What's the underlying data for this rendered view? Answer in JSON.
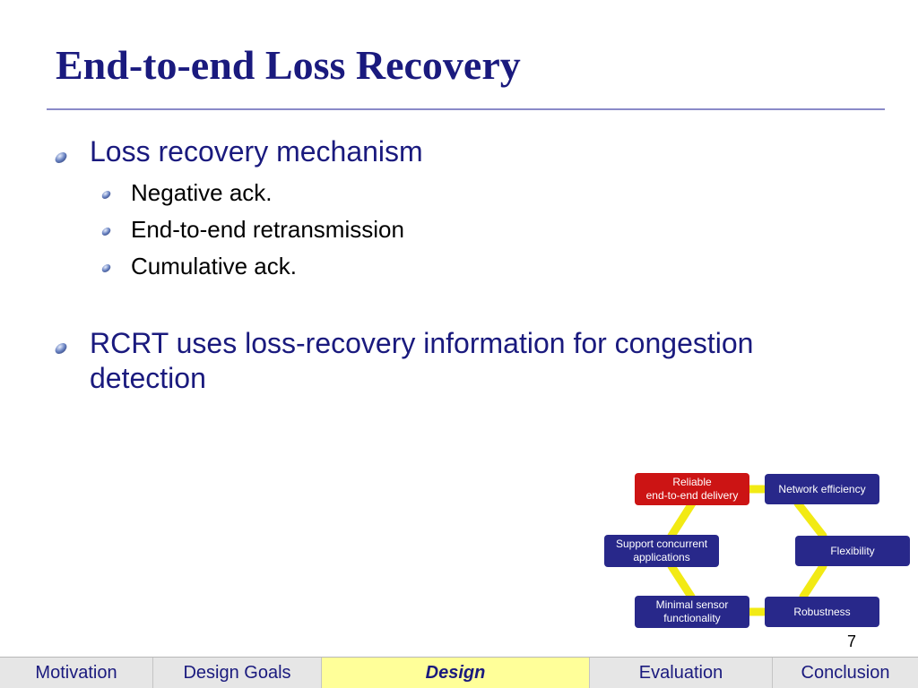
{
  "slide": {
    "title": "End-to-end Loss Recovery",
    "page_number": "7"
  },
  "bullets": [
    {
      "text": "Loss recovery mechanism",
      "sub": [
        "Negative ack.",
        "End-to-end retransmission",
        "Cumulative ack."
      ]
    },
    {
      "line1": "RCRT uses loss-recovery information for congestion",
      "line2": "detection"
    }
  ],
  "diagram": {
    "nodes": [
      {
        "label": "Reliable\nend-to-end delivery",
        "highlight": true
      },
      {
        "label": "Network efficiency"
      },
      {
        "label": "Flexibility"
      },
      {
        "label": "Robustness"
      },
      {
        "label": "Minimal sensor\nfunctionality"
      },
      {
        "label": "Support concurrent\napplications"
      }
    ],
    "connector_color": "#f2ea14",
    "box_color": "#28288a",
    "highlight_color": "#cc1414"
  },
  "nav": {
    "tabs": [
      "Motivation",
      "Design Goals",
      "Design",
      "Evaluation",
      "Conclusion"
    ],
    "active": "Design"
  }
}
